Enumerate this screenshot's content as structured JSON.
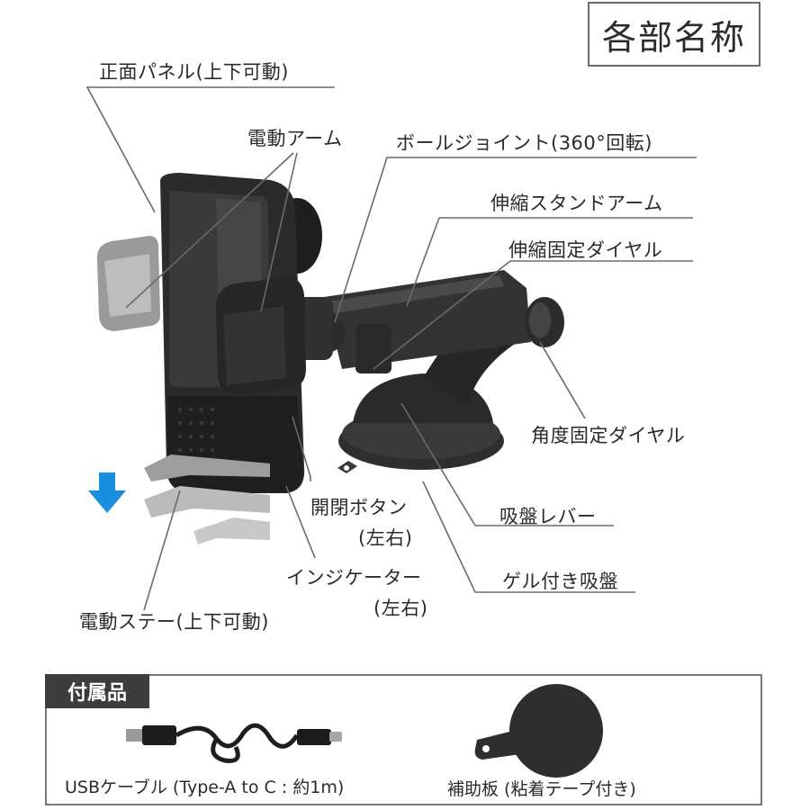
{
  "title": "各部名称",
  "parts": {
    "front_panel": "正面パネル(上下可動)",
    "motor_arm": "電動アーム",
    "ball_joint": "ボールジョイント(360°回転)",
    "telescopic_arm": "伸縮スタンドアーム",
    "telescopic_dial": "伸縮固定ダイヤル",
    "angle_dial": "角度固定ダイヤル",
    "suction_lever": "吸盤レバー",
    "open_close_button_1": "開閉ボタン",
    "open_close_button_2": "(左右)",
    "indicator_1": "インジケーター",
    "indicator_2": "(左右)",
    "gel_suction": "ゲル付き吸盤",
    "motor_stay": "電動ステー(上下可動)"
  },
  "accessories": {
    "heading": "付属品",
    "usb_cable": "USBケーブル (Type-A to C : 約1m)",
    "support_plate": "補助板 (粘着テープ付き)"
  },
  "colors": {
    "arrow": "#1a8fe0",
    "body": "#333333",
    "line": "#6a6a6a"
  },
  "icons": [
    "down-arrow-icon",
    "phone-holder-illustration",
    "usb-cable-illustration",
    "support-plate-illustration"
  ]
}
